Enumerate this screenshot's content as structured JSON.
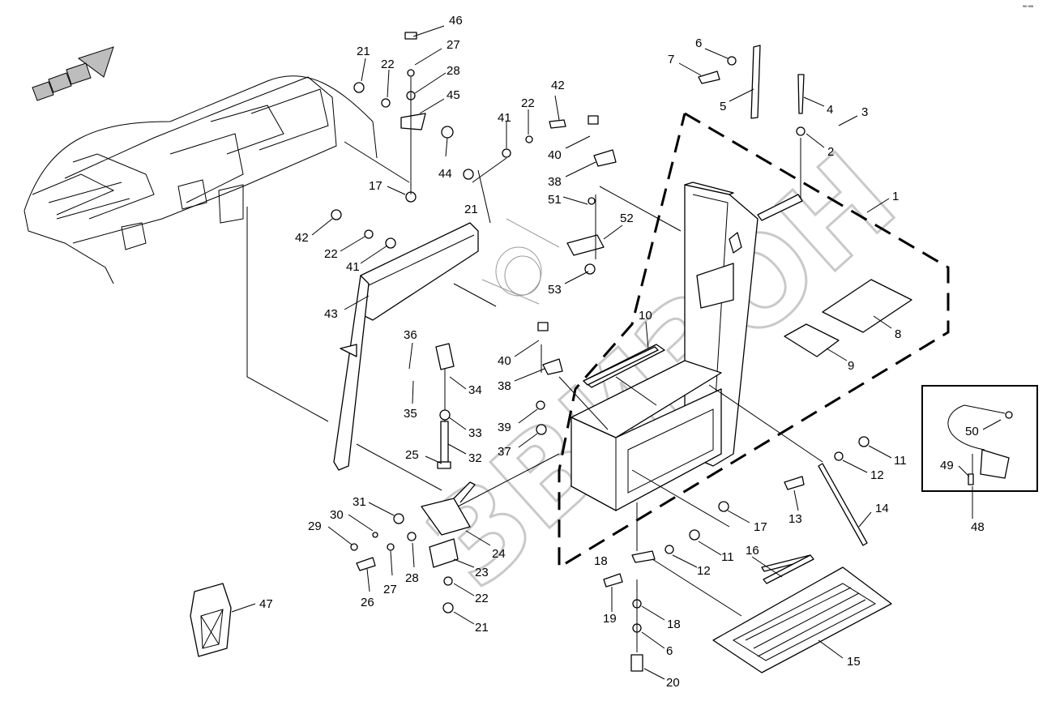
{
  "watermark": "ЗВИЗОН",
  "corner_code": "ᵂᴷ ᴺᴺᴺ",
  "callouts": [
    {
      "id": "c46",
      "text": "46"
    },
    {
      "id": "c27a",
      "text": "27"
    },
    {
      "id": "c28a",
      "text": "28"
    },
    {
      "id": "c45",
      "text": "45"
    },
    {
      "id": "c21a",
      "text": "21"
    },
    {
      "id": "c22a",
      "text": "22"
    },
    {
      "id": "c44",
      "text": "44"
    },
    {
      "id": "c17a",
      "text": "17"
    },
    {
      "id": "c42a",
      "text": "42"
    },
    {
      "id": "c22b",
      "text": "22"
    },
    {
      "id": "c41a",
      "text": "41"
    },
    {
      "id": "c21b",
      "text": "21"
    },
    {
      "id": "c42b",
      "text": "42"
    },
    {
      "id": "c22c",
      "text": "22"
    },
    {
      "id": "c41b",
      "text": "41"
    },
    {
      "id": "c43",
      "text": "43"
    },
    {
      "id": "c40a",
      "text": "40"
    },
    {
      "id": "c38a",
      "text": "38"
    },
    {
      "id": "c51",
      "text": "51"
    },
    {
      "id": "c52",
      "text": "52"
    },
    {
      "id": "c53",
      "text": "53"
    },
    {
      "id": "c40b",
      "text": "40"
    },
    {
      "id": "c38b",
      "text": "38"
    },
    {
      "id": "c36",
      "text": "36"
    },
    {
      "id": "c34",
      "text": "34"
    },
    {
      "id": "c35",
      "text": "35"
    },
    {
      "id": "c33",
      "text": "33"
    },
    {
      "id": "c32",
      "text": "32"
    },
    {
      "id": "c39",
      "text": "39"
    },
    {
      "id": "c37",
      "text": "37"
    },
    {
      "id": "c25",
      "text": "25"
    },
    {
      "id": "c31",
      "text": "31"
    },
    {
      "id": "c30",
      "text": "30"
    },
    {
      "id": "c29",
      "text": "29"
    },
    {
      "id": "c24",
      "text": "24"
    },
    {
      "id": "c23",
      "text": "23"
    },
    {
      "id": "c28b",
      "text": "28"
    },
    {
      "id": "c27b",
      "text": "27"
    },
    {
      "id": "c26",
      "text": "26"
    },
    {
      "id": "c22d",
      "text": "22"
    },
    {
      "id": "c21c",
      "text": "21"
    },
    {
      "id": "c47",
      "text": "47"
    },
    {
      "id": "c6a",
      "text": "6"
    },
    {
      "id": "c7",
      "text": "7"
    },
    {
      "id": "c5",
      "text": "5"
    },
    {
      "id": "c4",
      "text": "4"
    },
    {
      "id": "c3",
      "text": "3"
    },
    {
      "id": "c2",
      "text": "2"
    },
    {
      "id": "c1",
      "text": "1"
    },
    {
      "id": "c10",
      "text": "10"
    },
    {
      "id": "c8",
      "text": "8"
    },
    {
      "id": "c9",
      "text": "9"
    },
    {
      "id": "c11a",
      "text": "11"
    },
    {
      "id": "c12a",
      "text": "12"
    },
    {
      "id": "c13",
      "text": "13"
    },
    {
      "id": "c14",
      "text": "14"
    },
    {
      "id": "c17b",
      "text": "17"
    },
    {
      "id": "c11b",
      "text": "11"
    },
    {
      "id": "c12b",
      "text": "12"
    },
    {
      "id": "c18a",
      "text": "18"
    },
    {
      "id": "c16",
      "text": "16"
    },
    {
      "id": "c19",
      "text": "19"
    },
    {
      "id": "c18b",
      "text": "18"
    },
    {
      "id": "c6b",
      "text": "6"
    },
    {
      "id": "c20",
      "text": "20"
    },
    {
      "id": "c15",
      "text": "15"
    },
    {
      "id": "c50",
      "text": "50"
    },
    {
      "id": "c49",
      "text": "49"
    },
    {
      "id": "c48",
      "text": "48"
    }
  ]
}
